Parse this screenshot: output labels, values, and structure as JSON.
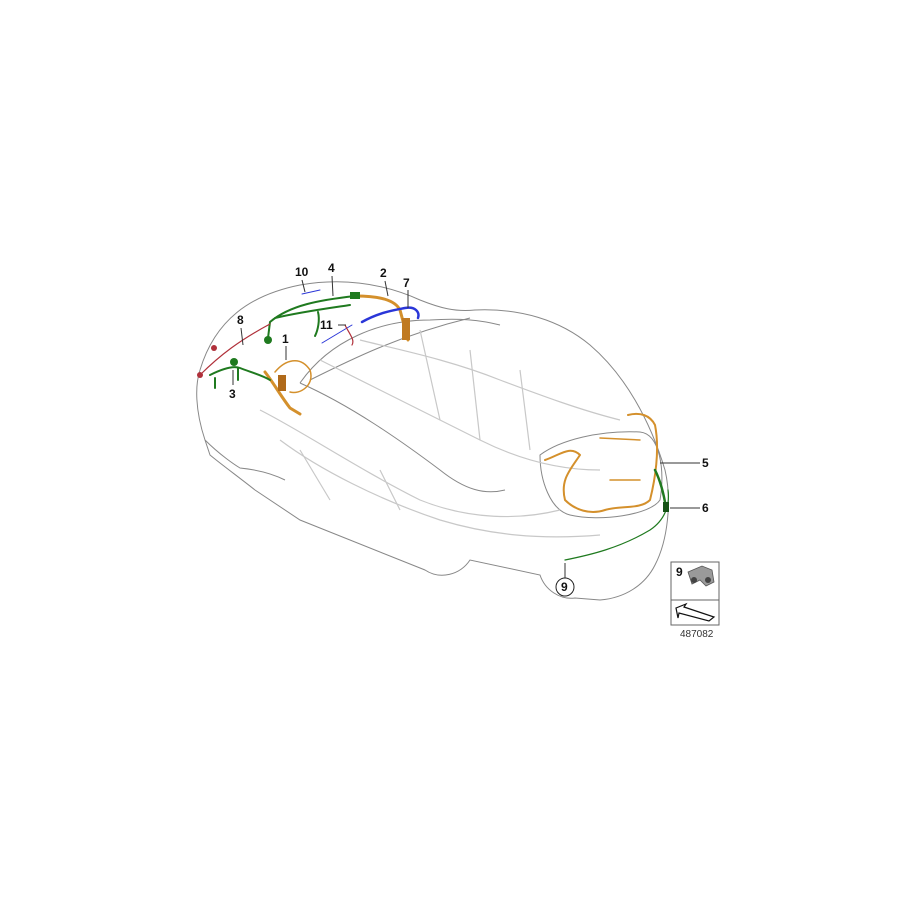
{
  "diagram": {
    "callouts": [
      {
        "id": "callout-1",
        "text": "1"
      },
      {
        "id": "callout-2",
        "text": "2"
      },
      {
        "id": "callout-3",
        "text": "3"
      },
      {
        "id": "callout-4",
        "text": "4"
      },
      {
        "id": "callout-5",
        "text": "5"
      },
      {
        "id": "callout-6",
        "text": "6"
      },
      {
        "id": "callout-7",
        "text": "7"
      },
      {
        "id": "callout-8",
        "text": "8"
      },
      {
        "id": "callout-9",
        "text": "9"
      },
      {
        "id": "callout-10",
        "text": "10"
      },
      {
        "id": "callout-11",
        "text": "11"
      }
    ],
    "inset": {
      "part_label": "9",
      "icon": "connector-part-icon",
      "arrow_icon": "direction-arrow-icon"
    },
    "doc_number": "487082",
    "colors": {
      "orange": "#d4902c",
      "green": "#1f7a1f",
      "blue": "#2a36d8",
      "red": "#b0303a",
      "outline": "#888888",
      "frame": "#c8c8c8"
    }
  }
}
